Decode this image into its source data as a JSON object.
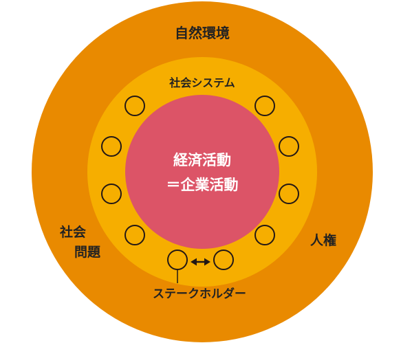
{
  "diagram": {
    "labels": {
      "outer": "自然環境",
      "middle": "社会システム",
      "center_line1": "経済活動",
      "center_line2": "＝企業活動",
      "left_line1": "社会",
      "left_line2": "問題",
      "right": "人権",
      "stakeholder": "ステークホルダー"
    },
    "colors": {
      "outer_ring": "#e98a00",
      "middle_ring": "#f6ae00",
      "center": "#dc5467",
      "stroke": "#231815",
      "text": "#222222",
      "center_text": "#ffffff"
    },
    "stakeholder_circles": 10,
    "arrow": "double-headed"
  }
}
